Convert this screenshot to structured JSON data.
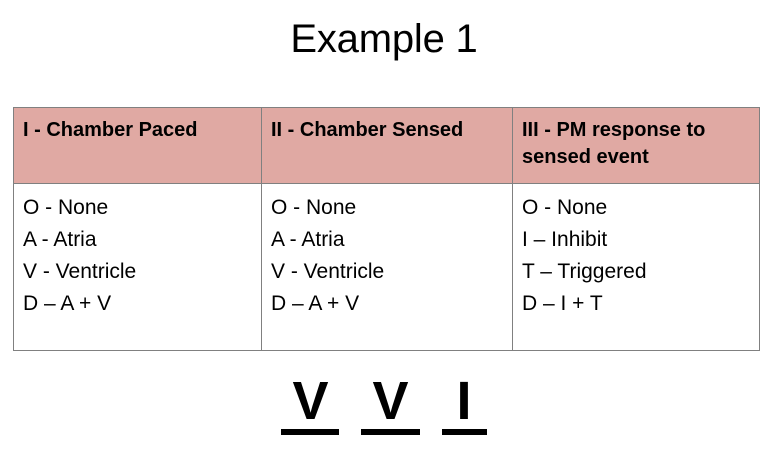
{
  "slide": {
    "title": "Example 1",
    "background_color": "#FFFFFF"
  },
  "table": {
    "header_background_color": "#E0A9A3",
    "border_color": "#808080",
    "columns": [
      {
        "header": "I - Chamber Paced",
        "items": [
          "O - None",
          "A - Atria",
          "V - Ventricle",
          "D – A + V"
        ]
      },
      {
        "header": "II - Chamber Sensed",
        "items": [
          "O - None",
          "A - Atria",
          "V - Ventricle",
          "D – A + V"
        ]
      },
      {
        "header": "III - PM response to sensed event",
        "items": [
          "O - None",
          "I – Inhibit",
          "T – Triggered",
          "D – I + T"
        ]
      }
    ]
  },
  "answer_code": {
    "letters": [
      "V",
      "V",
      "I"
    ]
  }
}
